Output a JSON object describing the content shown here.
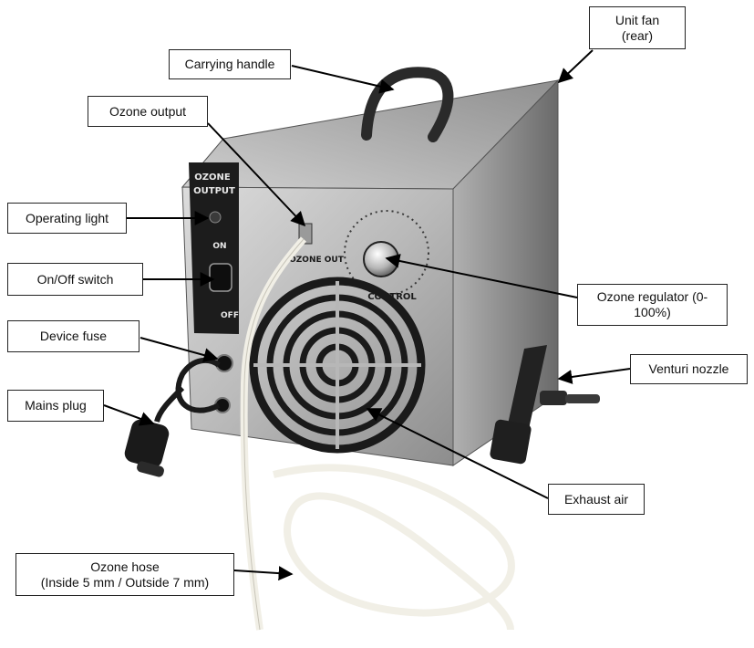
{
  "callouts": {
    "unit_fan": "Unit fan\n(rear)",
    "carrying_handle": "Carrying handle",
    "ozone_output": "Ozone output",
    "operating_light": "Operating light",
    "on_off_switch": "On/Off switch",
    "device_fuse": "Device fuse",
    "mains_plug": "Mains plug",
    "ozone_regulator": "Ozone regulator (0-\n100%)",
    "venturi_nozzle": "Venturi nozzle",
    "exhaust_air": "Exhaust air",
    "ozone_hose": "Ozone hose\n(Inside 5 mm / Outside 7 mm)"
  },
  "panel": {
    "ozone_label": "OZONE",
    "output_label": "OUTPUT",
    "on_label": "ON",
    "off_label": "OFF",
    "ozone_out_label": "OZONE OUT",
    "control_label": "CONTROL"
  },
  "colors": {
    "steel_light": "#d6d6d6",
    "steel_mid": "#a8a8a8",
    "steel_dark": "#6e6e6e",
    "panel_black": "#1c1c1c",
    "hose": "#f1efe6",
    "nozzle": "#222222"
  }
}
